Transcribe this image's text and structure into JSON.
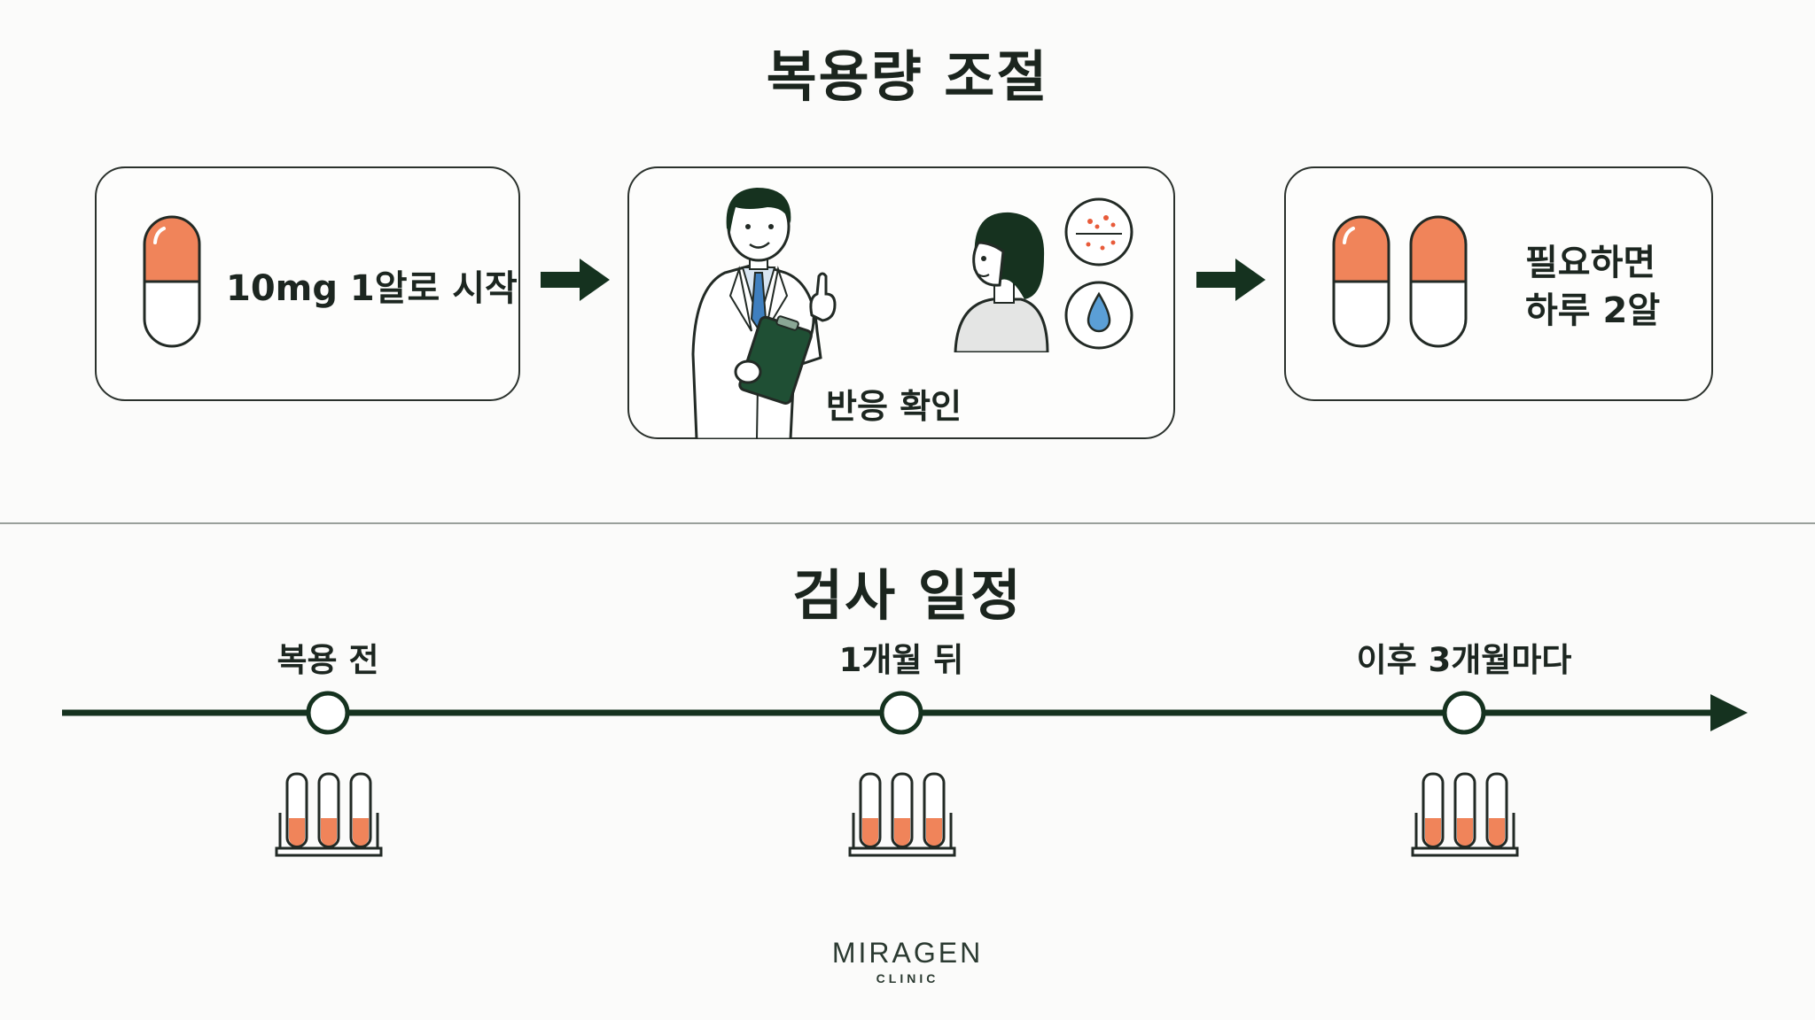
{
  "dose_section": {
    "title": "복용량 조절",
    "step1_label": "10mg 1알로 시작",
    "step2_label": "반응 확인",
    "step3_line1": "필요하면",
    "step3_line2": "하루 2알"
  },
  "test_section": {
    "title": "검사 일정",
    "milestones": [
      {
        "label": "복용 전"
      },
      {
        "label": "1개월 뒤"
      },
      {
        "label": "이후 3개월마다"
      }
    ]
  },
  "logo": {
    "name": "MIRAGEN",
    "sub": "CLINIC"
  },
  "colors": {
    "accent": "#f0845a",
    "dark": "#15321f",
    "ink": "#1b251e"
  }
}
